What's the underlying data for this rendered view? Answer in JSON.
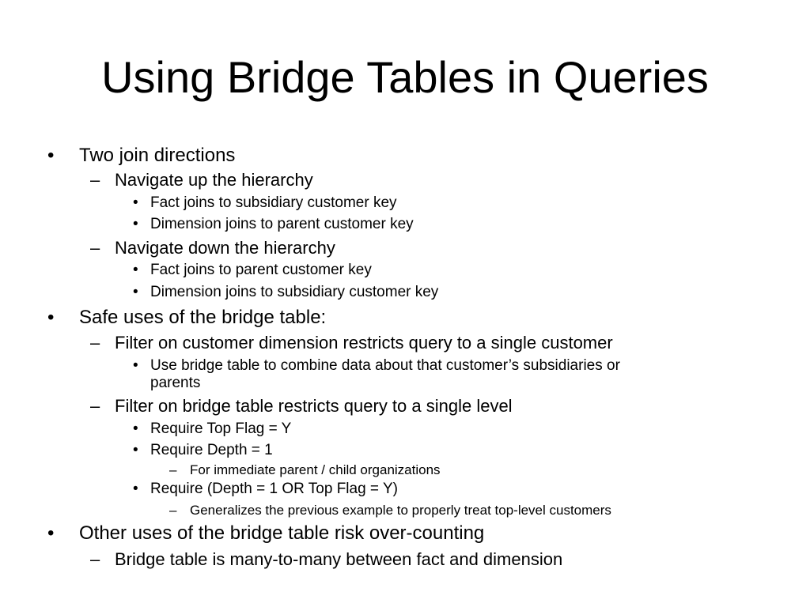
{
  "slide": {
    "title": "Using Bridge Tables in Queries",
    "bullet_marks": {
      "level1": "•",
      "level2": "–",
      "level3": "•",
      "level4": "–"
    },
    "items": [
      {
        "level": 1,
        "text": "Two join directions"
      },
      {
        "level": 2,
        "text": "Navigate up the hierarchy"
      },
      {
        "level": 3,
        "text": "Fact joins to subsidiary customer key"
      },
      {
        "level": 3,
        "text": "Dimension joins to parent customer key"
      },
      {
        "level": 2,
        "text": "Navigate down the hierarchy"
      },
      {
        "level": 3,
        "text": "Fact joins to parent customer key"
      },
      {
        "level": 3,
        "text": "Dimension joins to subsidiary customer key"
      },
      {
        "level": 1,
        "text": "Safe uses of the bridge table:"
      },
      {
        "level": 2,
        "text": "Filter on customer dimension restricts query to a single customer"
      },
      {
        "level": 3,
        "text": "Use bridge table to combine data about that customer’s subsidiaries or"
      },
      {
        "level": 3,
        "text": "parents",
        "continuation": true
      },
      {
        "level": 2,
        "text": "Filter on bridge table restricts query to a single level"
      },
      {
        "level": 3,
        "text": "Require Top Flag = Y"
      },
      {
        "level": 3,
        "text": "Require Depth = 1"
      },
      {
        "level": 4,
        "text": "For immediate parent / child organizations"
      },
      {
        "level": 3,
        "text": "Require (Depth = 1 OR Top Flag = Y)"
      },
      {
        "level": 4,
        "text": "Generalizes the previous example to properly treat top-level customers"
      },
      {
        "level": 1,
        "text": "Other uses of the bridge table risk over-counting"
      },
      {
        "level": 2,
        "text": "Bridge table is many-to-many between fact and dimension"
      }
    ]
  }
}
